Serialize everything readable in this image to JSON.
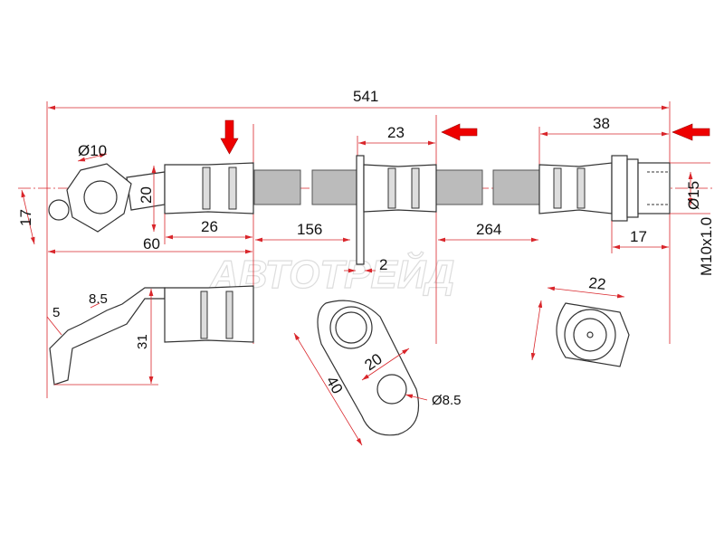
{
  "watermark": "АВТОТРЕЙД",
  "dimensions": {
    "overall_length": "541",
    "bracket_to_end": "23",
    "end_fitting": "38",
    "fitting_length": "26",
    "eye_to_crimp": "60",
    "hose_segment_1": "156",
    "hose_segment_2": "264",
    "bracket_thickness": "2",
    "nut_length": "17",
    "tip_diameter": "Ø15",
    "thread": "M10x1.0",
    "eye_diameter": "Ø10",
    "crimp_height": "20",
    "eye_width": "17",
    "bend_5": "5",
    "bend_8_5": "8.5",
    "bend_height": "31",
    "bracket_length": "40",
    "bracket_hole_spacing": "20",
    "bracket_hole": "Ø8.5",
    "nut_width": "22"
  },
  "colors": {
    "dimension": "#d9262b",
    "arrow": "#e00000"
  }
}
